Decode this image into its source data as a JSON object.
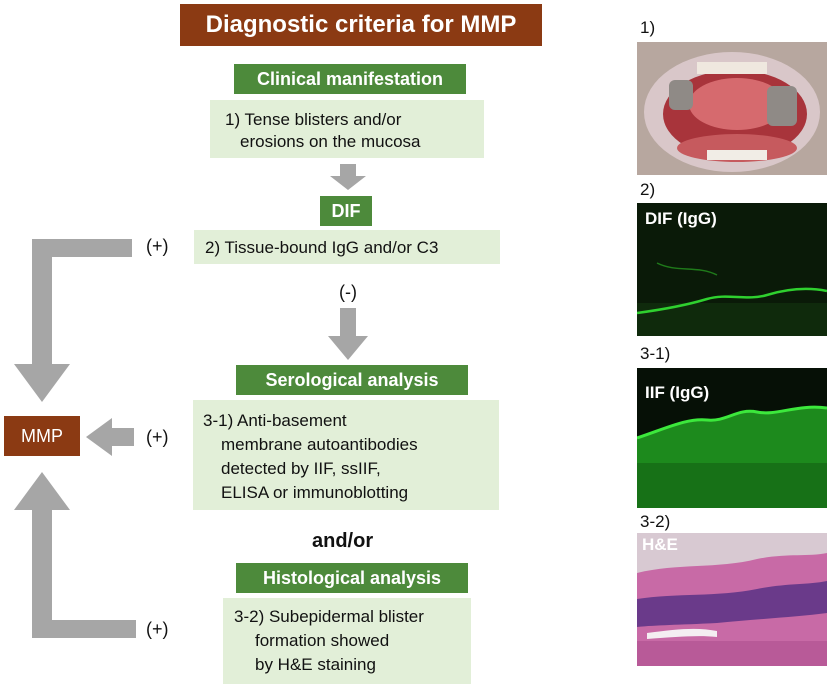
{
  "title": "Diagnostic criteria for MMP",
  "steps": {
    "clinical": {
      "header": "Clinical manifestation",
      "lines": [
        "1) Tense blisters and/or",
        "erosions on the mucosa"
      ]
    },
    "dif": {
      "header": "DIF",
      "text": "2) Tissue-bound IgG and/or C3"
    },
    "serological": {
      "header": "Serological analysis",
      "lines": [
        "3-1) Anti-basement",
        "membrane autoantibodies",
        "detected by IIF, ssIIF,",
        "ELISA or immunoblotting"
      ]
    },
    "andor": "and/or",
    "histological": {
      "header": "Histological analysis",
      "lines": [
        "3-2) Subepidermal blister",
        "formation showed",
        "by H&E staining"
      ]
    }
  },
  "signs": {
    "pos1": "(+)",
    "neg": "(-)",
    "pos2": "(+)",
    "pos3": "(+)"
  },
  "result": "MMP",
  "panels": [
    {
      "label": "1)",
      "overlay": ""
    },
    {
      "label": "2)",
      "overlay": "DIF (IgG)"
    },
    {
      "label": "3-1)",
      "overlay": "IIF (IgG)"
    },
    {
      "label": "3-2)",
      "overlay": "H&E"
    }
  ],
  "colors": {
    "title_bg": "#8b3a13",
    "header_bg": "#4d8a3b",
    "box_bg": "#e2efd8",
    "arrow": "#a6a6a6",
    "dif_image_bg": "#0a1a08",
    "fluorescence": "#2fd02f",
    "he_stain": "#c86aa6"
  }
}
